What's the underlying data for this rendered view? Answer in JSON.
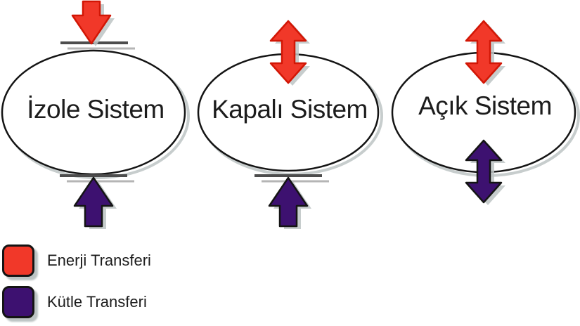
{
  "systems": [
    {
      "label": "İzole Sistem",
      "top_flow": "energy-blocked",
      "bottom_flow": "mass-blocked"
    },
    {
      "label": "Kapalı Sistem",
      "top_flow": "energy-two-way",
      "bottom_flow": "mass-blocked"
    },
    {
      "label": "Açık Sistem",
      "top_flow": "energy-two-way",
      "bottom_flow": "mass-two-way"
    }
  ],
  "legend": {
    "items": [
      {
        "label": "Enerji Transferi",
        "swatch": "energy"
      },
      {
        "label": "Kütle Transferi",
        "swatch": "mass"
      }
    ]
  },
  "colors": {
    "energy": "#f13829",
    "energy_stroke": "#d21605",
    "mass": "#3d1170",
    "mass_stroke": "#141414",
    "shadow": "#bdc4c4",
    "barrier_dark": "#4d4d4d",
    "barrier_light": "#b5b5b5",
    "outline": "#141414",
    "text": "#1c1c1c"
  }
}
